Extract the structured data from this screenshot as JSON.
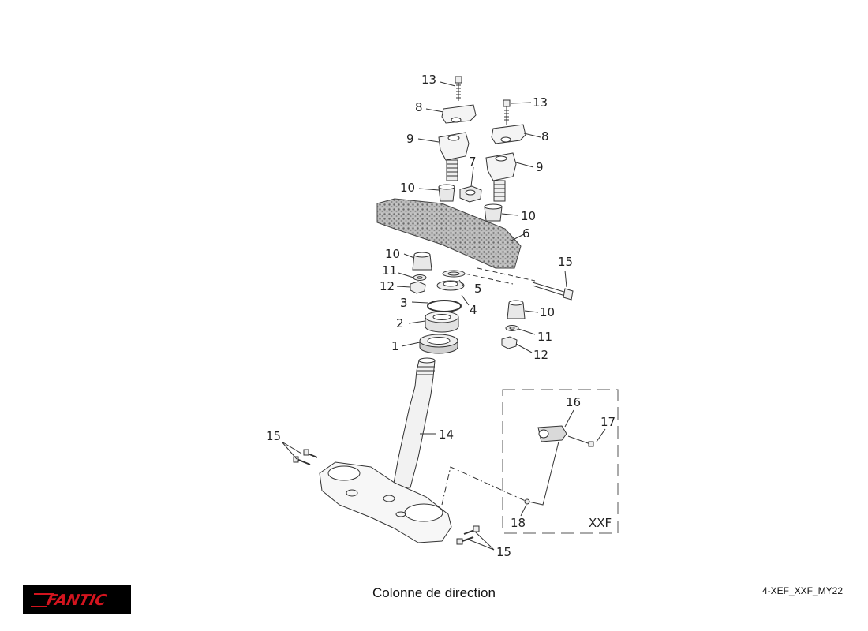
{
  "diagram": {
    "callouts": {
      "c13a": "13",
      "c13b": "13",
      "c8a": "8",
      "c8b": "8",
      "c9a": "9",
      "c9b": "9",
      "c7": "7",
      "c10a": "10",
      "c10b": "10",
      "c10c": "10",
      "c10d": "10",
      "c6": "6",
      "c15a": "15",
      "c15b": "15",
      "c15c": "15",
      "c11a": "11",
      "c11b": "11",
      "c12a": "12",
      "c12b": "12",
      "c5": "5",
      "c4": "4",
      "c3": "3",
      "c2": "2",
      "c1": "1",
      "c14": "14",
      "c16": "16",
      "c17": "17",
      "c18": "18"
    },
    "variant_label": "XXF"
  },
  "footer": {
    "logo_text": "FANTIC",
    "title": "Colonne de direction",
    "code": "4-XEF_XXF_MY22"
  },
  "colors": {
    "logo_bg": "#000000",
    "logo_red": "#d2141e",
    "line": "#333333"
  }
}
